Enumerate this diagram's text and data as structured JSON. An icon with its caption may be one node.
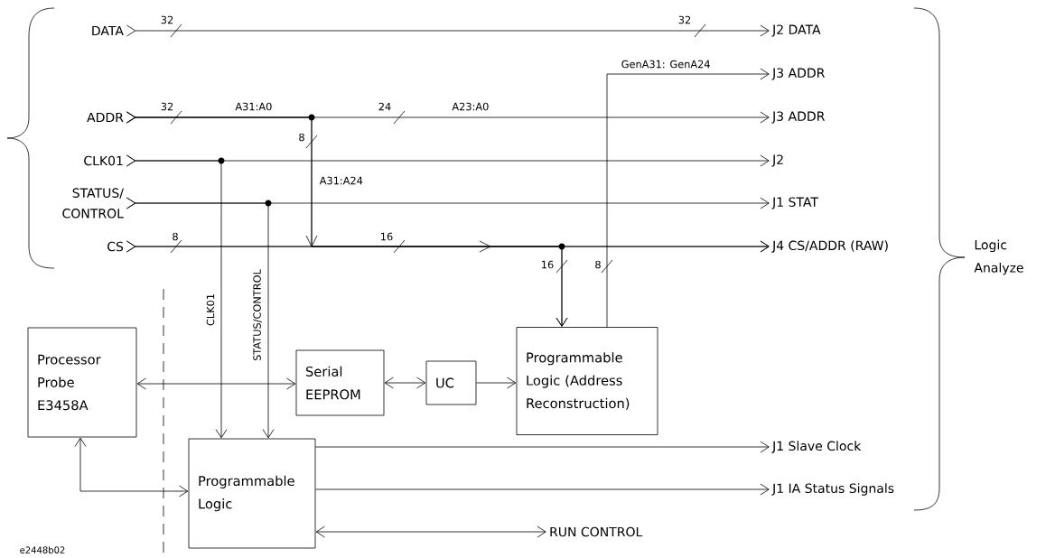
{
  "diagram": {
    "nodes": [
      {
        "text": [
          "DATA"
        ]
      },
      {
        "text": [
          "ADDR"
        ]
      },
      {
        "text": [
          "CLK01"
        ]
      },
      {
        "text": [
          "STATUS/ CONTROL"
        ]
      },
      {
        "text": [
          "CS"
        ]
      },
      {
        "text": [
          "J2 DATA"
        ]
      },
      {
        "text": [
          "J3 ADDR"
        ]
      },
      {
        "text": [
          "J3 ADDR"
        ]
      },
      {
        "text": [
          "J2"
        ]
      },
      {
        "text": [
          "J1 STAT"
        ]
      },
      {
        "text": [
          "J4 CS/ADDR (RAW)"
        ]
      },
      {
        "text": [
          "Processor Probe E3458A"
        ]
      },
      {
        "text": [
          "Serial EEPROM"
        ]
      },
      {
        "text": [
          "UC"
        ]
      },
      {
        "text": [
          "Programmable Logic (Address Reconstruction)"
        ]
      },
      {
        "text": [
          "Programmable Logic"
        ]
      },
      {
        "text": [
          "J1 Slave Clock"
        ]
      },
      {
        "text": [
          "J1 IA Status Signals"
        ]
      },
      {
        "text": [
          "RUN CONTROL"
        ]
      }
    ],
    "edges": [
      {
        "from": 0,
        "to": 5,
        "arrow": "to"
      },
      {
        "from": 1,
        "to": 7,
        "arrow": "to"
      },
      {
        "from": 1,
        "to": 10,
        "arrow": "to",
        "label": "A31:A24"
      },
      {
        "from": 1,
        "to": 14,
        "arrow": "to"
      },
      {
        "from": 2,
        "to": 8,
        "arrow": "to"
      },
      {
        "from": 2,
        "to": 15,
        "arrow": "to",
        "label": "CLK01"
      },
      {
        "from": 3,
        "to": 9,
        "arrow": "to"
      },
      {
        "from": 3,
        "to": 15,
        "arrow": "to",
        "label": "STATUS/CONTROL"
      },
      {
        "from": 4,
        "to": 10,
        "arrow": "to"
      },
      {
        "from": 4,
        "to": 14,
        "arrow": "to"
      },
      {
        "from": 14,
        "to": 6,
        "arrow": "to",
        "label": "GenA31: GenA24"
      },
      {
        "from": 11,
        "to": 12,
        "arrow": "both"
      },
      {
        "from": 12,
        "to": 13,
        "arrow": "both"
      },
      {
        "from": 13,
        "to": 14,
        "arrow": "to"
      },
      {
        "from": 11,
        "to": 15,
        "arrow": "both"
      },
      {
        "from": 15,
        "to": 16,
        "arrow": "to"
      },
      {
        "from": 15,
        "to": 17,
        "arrow": "to"
      },
      {
        "from": 15,
        "to": 18,
        "arrow": "both"
      }
    ],
    "labels": [
      "32",
      "32",
      "32",
      "A31:A0",
      "24",
      "A23:A0",
      "8",
      "8",
      "16",
      "16",
      "8",
      "Logic Analyze",
      "e2448b02"
    ]
  }
}
